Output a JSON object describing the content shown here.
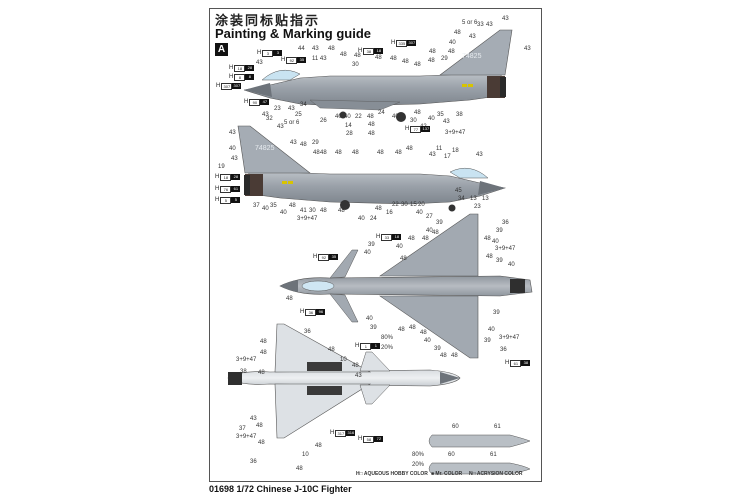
{
  "header": {
    "title_cn": "涂装同标贴指示",
    "title_en": "Painting & Marking guide",
    "scheme_badge": "A"
  },
  "aircraft": {
    "serial": "74825"
  },
  "legend": {
    "aqueous": "H□ AQUEOUS HOBBY COLOR",
    "mr": "■ Mr. COLOR",
    "acrysion": "N□ ACRYSION COLOR"
  },
  "footer": {
    "caption": "01698 1/72 Chinese J-10C Fighter"
  },
  "mix_notes": {
    "mix1_pct_a": "80%",
    "mix1_pct_b": "20%",
    "mix2_pct_a": "80%",
    "mix2_pct_b": "20%"
  },
  "tanks": {
    "tank1_a": "60",
    "tank1_b": "61",
    "tank2_a": "60",
    "tank2_b": "61"
  },
  "callouts": {
    "v1": [
      "5 or 6",
      "33",
      "43",
      "43",
      "48",
      "43",
      "40",
      "43",
      "48",
      "44",
      "43",
      "11 43",
      "48",
      "48",
      "48",
      "48",
      "30",
      "48",
      "48",
      "48",
      "48",
      "29",
      "48",
      "43",
      "12",
      "23",
      "43",
      "34",
      "25",
      "26",
      "40",
      "40",
      "22",
      "48",
      "24",
      "40",
      "14",
      "28",
      "48",
      "48",
      "30",
      "42",
      "48",
      "40",
      "35",
      "43",
      "38",
      "3+9+47"
    ],
    "v2": [
      "43",
      "32",
      "43",
      "5 or 6",
      "43",
      "40",
      "43",
      "19",
      "43",
      "48",
      "29",
      "48",
      "48",
      "48",
      "48",
      "48",
      "48",
      "48",
      "11",
      "43",
      "17",
      "18",
      "43",
      "37",
      "40",
      "35",
      "40",
      "48",
      "41",
      "30",
      "48",
      "48",
      "40",
      "24",
      "48",
      "16",
      "22",
      "30",
      "15",
      "20",
      "40",
      "27",
      "45",
      "34",
      "13",
      "13",
      "23",
      "3+9+47"
    ],
    "v3": [
      "39",
      "40",
      "48",
      "48",
      "40",
      "48",
      "39",
      "48",
      "40",
      "39",
      "48",
      "3+9+47",
      "48",
      "39",
      "40",
      "36",
      "40",
      "39",
      "48",
      "40",
      "39",
      "48",
      "48",
      "48",
      "40",
      "39",
      "48",
      "48",
      "40",
      "3+9+47",
      "39",
      "36"
    ],
    "v4": [
      "36",
      "48",
      "48",
      "48",
      "3+9+47",
      "10",
      "48",
      "38",
      "48",
      "43",
      "43",
      "48",
      "37",
      "3+9+47",
      "48",
      "48",
      "10",
      "36",
      "48"
    ]
  },
  "paint_chips": [
    {
      "pre": "H",
      "w": "3",
      "b": "3"
    },
    {
      "pre": "H",
      "w": "18",
      "b": "28"
    },
    {
      "pre": "H",
      "w": "8",
      "b": "8"
    },
    {
      "pre": "H",
      "w": "307",
      "b": "307"
    },
    {
      "pre": "H",
      "w": "90",
      "b": "47"
    },
    {
      "pre": "H",
      "w": "92",
      "b": "35"
    },
    {
      "pre": "H",
      "w": "38",
      "b": "18"
    },
    {
      "pre": "H",
      "w": "335",
      "b": "307"
    },
    {
      "pre": "H",
      "w": "77",
      "b": "137"
    },
    {
      "pre": "H",
      "w": "18",
      "b": "28"
    },
    {
      "pre": "H",
      "w": "76",
      "b": "61"
    },
    {
      "pre": "H",
      "w": "5",
      "b": "5"
    },
    {
      "pre": "H",
      "w": "33",
      "b": "18"
    },
    {
      "pre": "H",
      "w": "92",
      "b": "35"
    },
    {
      "pre": "H",
      "w": "36",
      "b": "96"
    },
    {
      "pre": "H",
      "w": "61",
      "b": "38"
    },
    {
      "pre": "H",
      "w": "1",
      "b": "1"
    },
    {
      "pre": "H",
      "w": "58",
      "b": "72"
    },
    {
      "pre": "H",
      "w": "317",
      "b": "316"
    }
  ]
}
